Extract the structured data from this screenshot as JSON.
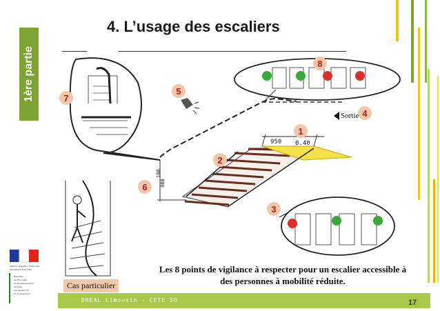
{
  "side_label": "1ère partie",
  "title": "4. L’usage des escaliers",
  "markers": [
    "1",
    "2",
    "3",
    "4",
    "5",
    "6",
    "7",
    "8"
  ],
  "exit_label": "Sortie",
  "dimensions": {
    "going": "950",
    "depth": "0.40",
    "height_upper": "100",
    "height_lower": "980"
  },
  "caption": "Les 8 points de vigilance à respecter pour un escalier accessible à des personnes à mobilité réduite.",
  "special_case": "Cas particulier",
  "footer": {
    "organization": "DREAL Limousin - CETE SO",
    "page_number": "17"
  },
  "logo_text": [
    "Liberté • Égalité • Fraternité",
    "République Française",
    "Ministère",
    "de l'Écologie,",
    "du Développement",
    "durable,",
    "des Transports",
    "et du Logement"
  ],
  "colors": {
    "accent_green": "#7da333",
    "footer_green": "#a6c94a",
    "badge_bg": "#f2c6a8",
    "badge_text": "#b11e1e",
    "good": "#3aa83a",
    "bad": "#d9302a"
  }
}
